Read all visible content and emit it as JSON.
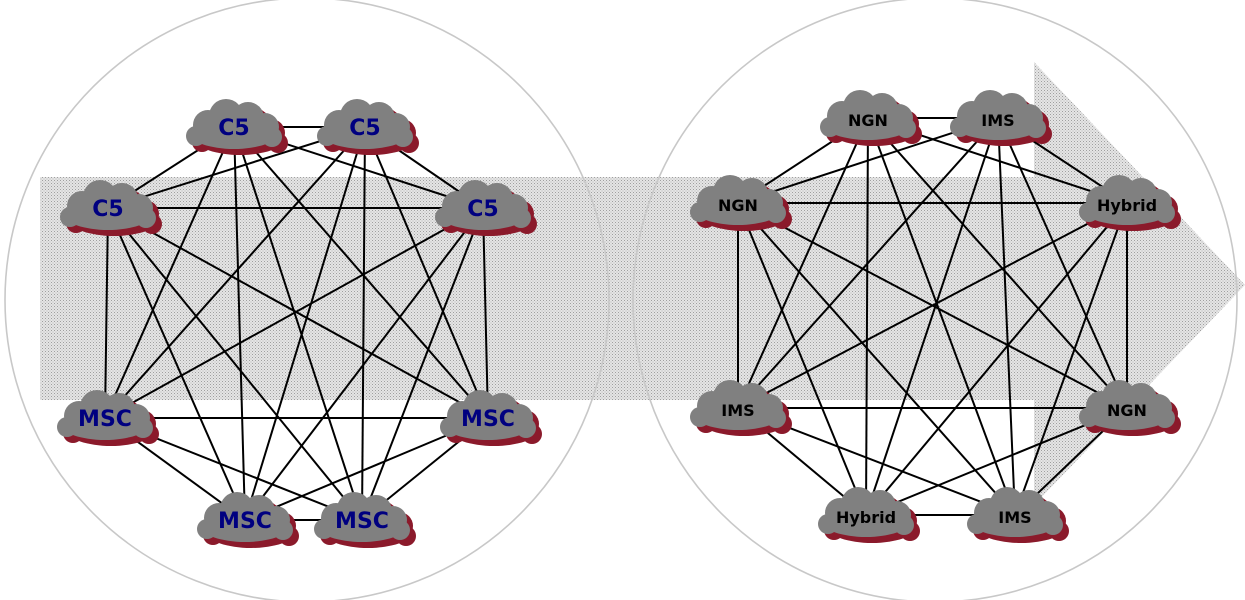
{
  "left_network": {
    "nodes": [
      {
        "id": "c5-top-left",
        "label": "C5"
      },
      {
        "id": "c5-top-right",
        "label": "C5"
      },
      {
        "id": "c5-right",
        "label": "C5"
      },
      {
        "id": "msc-right",
        "label": "MSC"
      },
      {
        "id": "msc-bottom-right",
        "label": "MSC"
      },
      {
        "id": "msc-bottom-left",
        "label": "MSC"
      },
      {
        "id": "msc-left",
        "label": "MSC"
      },
      {
        "id": "c5-left",
        "label": "C5"
      }
    ],
    "label_color": "#000080"
  },
  "right_network": {
    "nodes": [
      {
        "id": "ngn-top",
        "label": "NGN"
      },
      {
        "id": "ims-top",
        "label": "IMS"
      },
      {
        "id": "hybrid-right",
        "label": "Hybrid"
      },
      {
        "id": "ngn-right",
        "label": "NGN"
      },
      {
        "id": "ims-bottom",
        "label": "IMS"
      },
      {
        "id": "hybrid-bottom",
        "label": "Hybrid"
      },
      {
        "id": "ims-left",
        "label": "IMS"
      },
      {
        "id": "ngn-left",
        "label": "NGN"
      }
    ],
    "label_color": "#000000"
  },
  "colors": {
    "cloud_fill": "#808080",
    "cloud_shadow": "#8b1a2b",
    "arrow_fill": "#d6d6d6",
    "circle_stroke": "#c8c8c8",
    "link": "#000000"
  },
  "topology": "full-mesh"
}
